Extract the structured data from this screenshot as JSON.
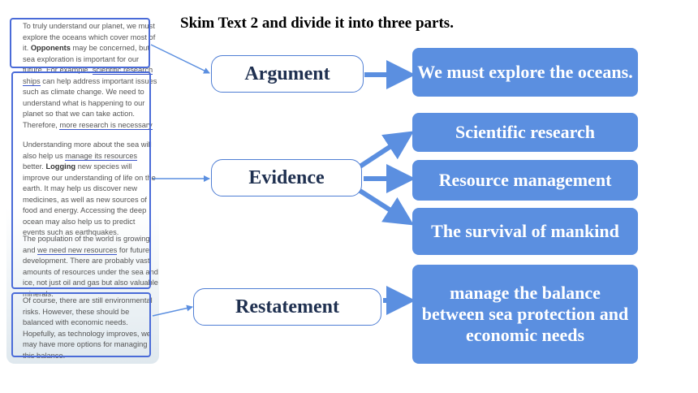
{
  "title": "Skim Text 2 and divide it into three parts.",
  "passage": {
    "p1_a": "To truly understand our planet, we must explore the oceans which cover most of it. ",
    "p1_bold": "Opponents",
    "p1_b": " may be concerned, but sea exploration is important for our future. For example, ",
    "p1_u1": "scientific research ships",
    "p1_c": " can help address important issues such as climate change. We need to understand what is happening to our planet so that we can take action. Therefore, ",
    "p1_u2": "more research is necessary",
    "p2_a": "Understanding more about the sea will also help us ",
    "p2_u1": "manage its resources",
    "p2_b": " better. ",
    "p2_bold": "Logging",
    "p2_c": " new species will improve our understanding of life on the earth. It may help us discover new medicines, as well as new sources of food and energy. Accessing the deep ocean may also help us to predict events such as earthquakes.",
    "p3_a": "The population of the world is growing and ",
    "p3_u1": "we need new resources",
    "p3_b": " for future development. There are probably vast amounts of resources under the sea and ice, not just oil and gas but also valuable minerals.",
    "p4": "Of course, there are still environmental risks.  However, these should be balanced with economic needs. Hopefully, as technology improves, we may have more options for managing this balance."
  },
  "labels": {
    "argument": "Argument",
    "evidence": "Evidence",
    "restatement": "Restatement"
  },
  "boxes": {
    "argument": "We must explore the oceans.",
    "evidence_1": "Scientific research",
    "evidence_2": "Resource management",
    "evidence_3": "The survival of mankind",
    "restatement": "manage the balance between sea protection and economic needs"
  },
  "colors": {
    "segment_border": "#4a6bd8",
    "label_border": "#4f7ed4",
    "box_fill": "#5b8fe0",
    "arrow": "#5b8fe0",
    "label_text": "#1f3050"
  }
}
